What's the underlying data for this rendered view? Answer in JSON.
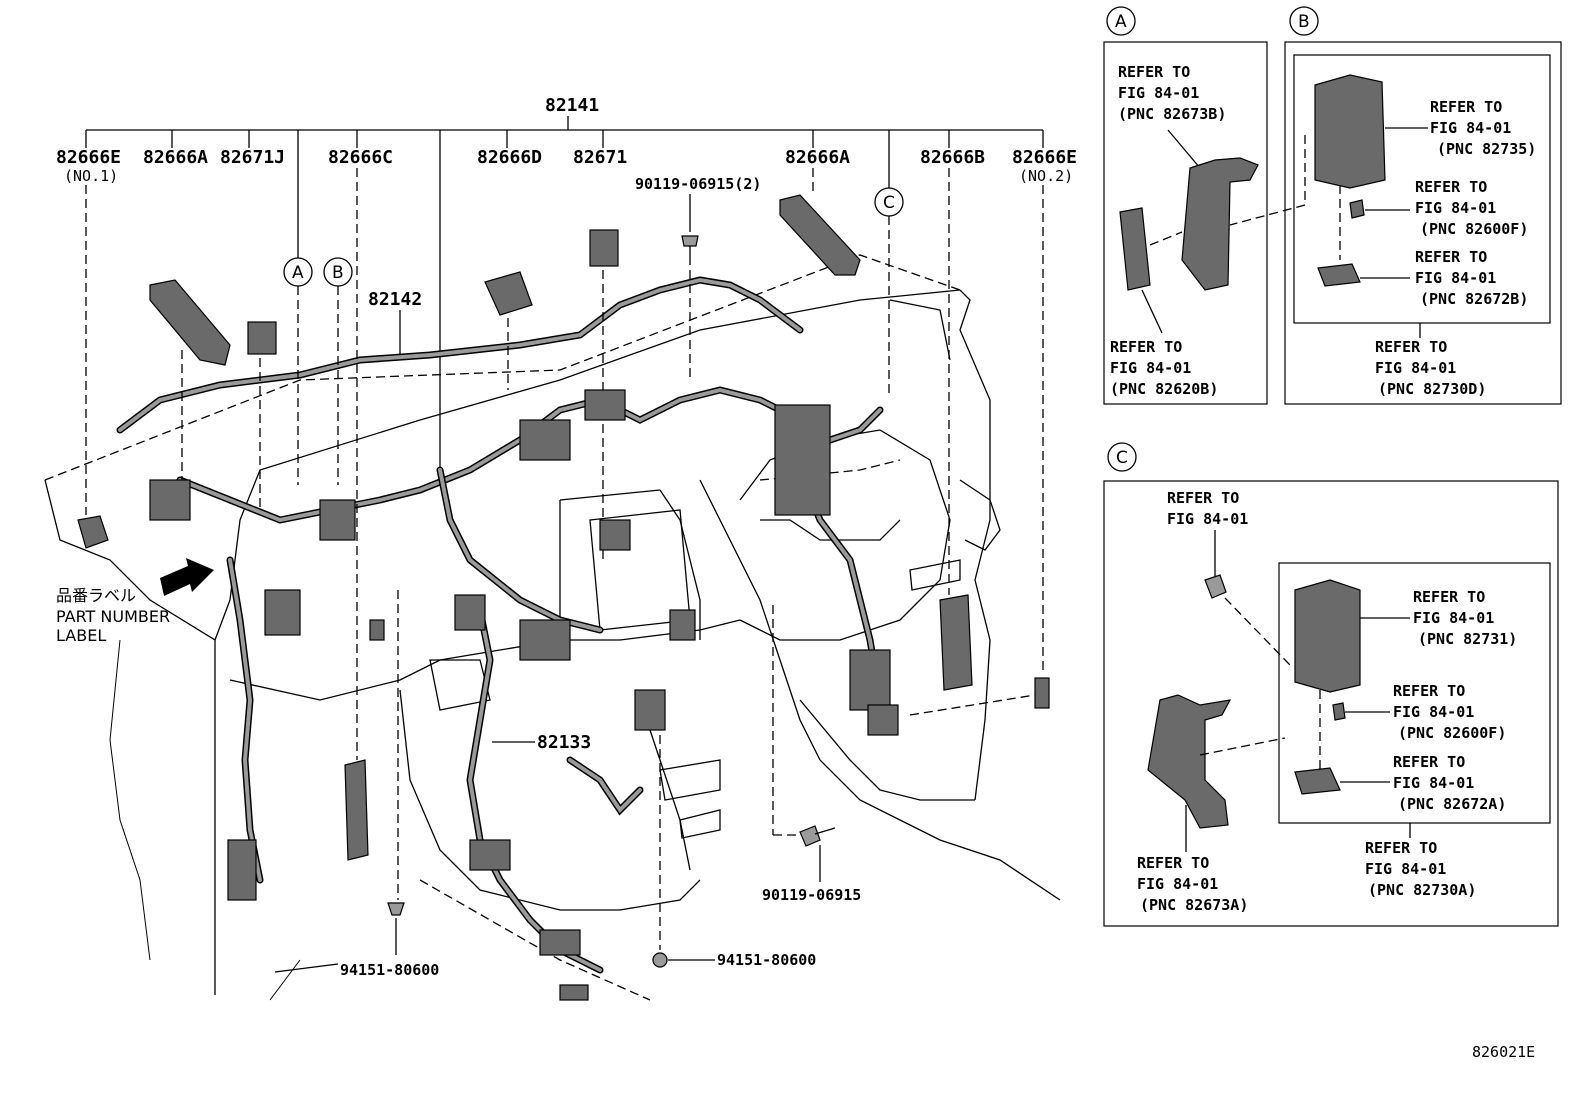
{
  "main_diagram": {
    "top_assembly": "82141",
    "labels_top": [
      {
        "code": "82666E",
        "sub": "(NO.1)"
      },
      {
        "code": "82666A",
        "sub": ""
      },
      {
        "code": "82671J",
        "sub": ""
      },
      {
        "code": "82666C",
        "sub": ""
      },
      {
        "code": "82666D",
        "sub": ""
      },
      {
        "code": "82671",
        "sub": ""
      },
      {
        "code": "82666A",
        "sub": ""
      },
      {
        "code": "82666B",
        "sub": ""
      },
      {
        "code": "82666E",
        "sub": "(NO.2)"
      }
    ],
    "bolt_top": "90119-06915(2)",
    "harness_82142": "82142",
    "harness_82133": "82133",
    "bolt_bottom": "90119-06915",
    "clip_left": "94151-80600",
    "clip_right": "94151-80600",
    "callouts": [
      "A",
      "B",
      "C"
    ],
    "label_jp": "品番ラベル",
    "label_en_1": "PART NUMBER",
    "label_en_2": "LABEL"
  },
  "detail_A": {
    "letter": "A",
    "refs": [
      [
        "REFER TO",
        "FIG 84-01",
        "(PNC 82673B)"
      ],
      [
        "REFER TO",
        "FIG 84-01",
        "(PNC 82620B)"
      ]
    ]
  },
  "detail_B": {
    "letter": "B",
    "refs": [
      [
        "REFER TO",
        "FIG 84-01",
        "(PNC 82735)"
      ],
      [
        "REFER TO",
        "FIG 84-01",
        "(PNC 82600F)"
      ],
      [
        "REFER TO",
        "FIG 84-01",
        "(PNC 82672B)"
      ],
      [
        "REFER TO",
        "FIG 84-01",
        "(PNC 82730D)"
      ]
    ]
  },
  "detail_C": {
    "letter": "C",
    "refs": [
      [
        "REFER TO",
        "FIG 84-01"
      ],
      [
        "REFER TO",
        "FIG 84-01",
        "(PNC 82731)"
      ],
      [
        "REFER TO",
        "FIG 84-01",
        "(PNC 82600F)"
      ],
      [
        "REFER TO",
        "FIG 84-01",
        "(PNC 82672A)"
      ],
      [
        "REFER TO",
        "FIG 84-01",
        "(PNC 82730A)"
      ],
      [
        "REFER TO",
        "FIG 84-01",
        "(PNC 82673A)"
      ]
    ]
  },
  "figure_code": "826021E"
}
